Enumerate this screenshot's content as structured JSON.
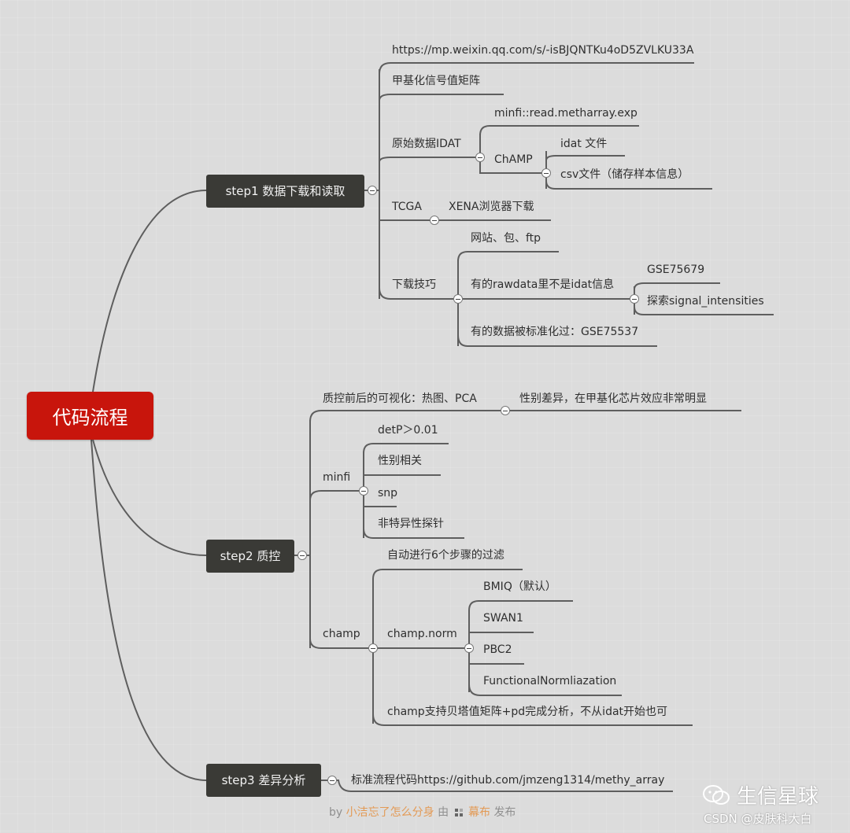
{
  "root": {
    "label": "代码流程"
  },
  "step1": {
    "label": "step1 数据下载和读取",
    "url": "https://mp.weixin.qq.com/s/-isBJQNTKu4oD5ZVLKU33A",
    "matrix": "甲基化信号值矩阵",
    "raw": {
      "label": "原始数据IDAT",
      "minfi": "minfi::read.metharray.exp",
      "champ": {
        "label": "ChAMP",
        "idat": "idat 文件",
        "csv": "csv文件（储存样本信息）"
      }
    },
    "tcga": {
      "label": "TCGA",
      "xena": "XENA浏览器下载"
    },
    "tips": {
      "label": "下载技巧",
      "site": "网站、包、ftp",
      "rawdata": {
        "label": "有的rawdata里不是idat信息",
        "gse": "GSE75679",
        "explore": "探索signal_intensities"
      },
      "normalized": "有的数据被标准化过：GSE75537"
    }
  },
  "step2": {
    "label": "step2 质控",
    "viz": {
      "label": "质控前后的可视化：热图、PCA",
      "sex": "性别差异，在甲基化芯片效应非常明显"
    },
    "minfi": {
      "label": "minfi",
      "items": [
        "detP＞0.01",
        "性别相关",
        "snp",
        "非特异性探针"
      ]
    },
    "champ": {
      "label": "champ",
      "auto": "自动进行6个步骤的过滤",
      "norm": {
        "label": "champ.norm",
        "items": [
          "BMIQ（默认）",
          "SWAN1",
          "PBC2",
          "FunctionalNormliazation"
        ]
      },
      "support": "champ支持贝塔值矩阵+pd完成分析，不从idat开始也可"
    }
  },
  "step3": {
    "label": "step3 差异分析",
    "code": "标准流程代码https://github.com/jmzeng1314/methy_array"
  },
  "footer": {
    "by": "by",
    "author": "小洁忘了怎么分身",
    "mid": "由",
    "app": "幕布",
    "end": "发布"
  },
  "watermark": {
    "brand": "生信星球",
    "csdn": "CSDN @皮肤科大白"
  },
  "colors": {
    "root": "#c8150c",
    "box": "#3a3a36",
    "line": "#5a5a5a",
    "bg": "#dcdcdc"
  }
}
